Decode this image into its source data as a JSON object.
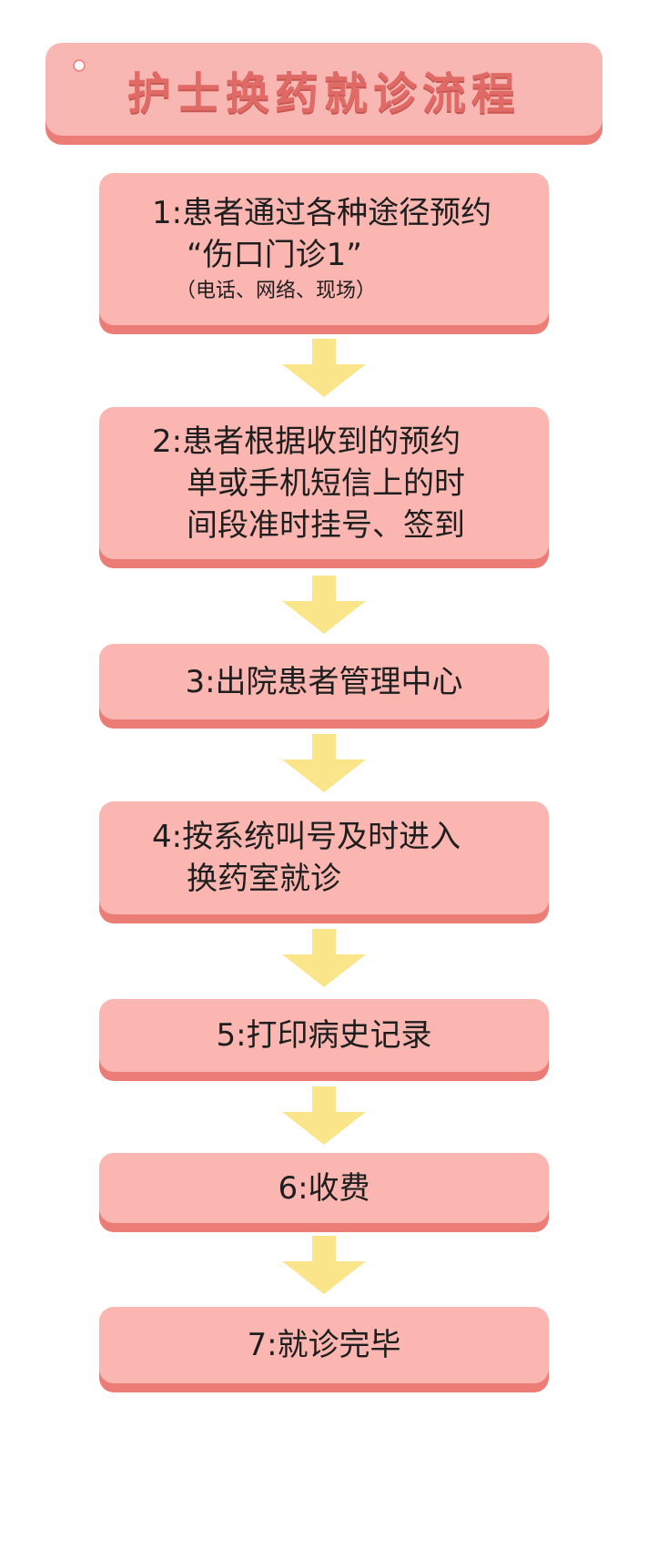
{
  "title": "护士换药就诊流程",
  "steps": [
    {
      "lines": [
        "1:患者通过各种途径预约",
        "“伤口门诊1”"
      ],
      "sub": "（电话、网络、现场）"
    },
    {
      "lines": [
        "2:患者根据收到的预约",
        "单或手机短信上的时",
        "间段准时挂号、签到"
      ]
    },
    {
      "lines": [
        "3:出院患者管理中心"
      ]
    },
    {
      "lines": [
        "4:按系统叫号及时进入",
        "换药室就诊"
      ]
    },
    {
      "lines": [
        "5:打印病史记录"
      ]
    },
    {
      "lines": [
        "6:收费"
      ]
    },
    {
      "lines": [
        "7:就诊完毕"
      ]
    }
  ],
  "colors": {
    "box_fill": "#fbb6b1",
    "box_shadow": "#ec7c76",
    "title_text": "#e06b66",
    "arrow": "#fbe58a"
  }
}
